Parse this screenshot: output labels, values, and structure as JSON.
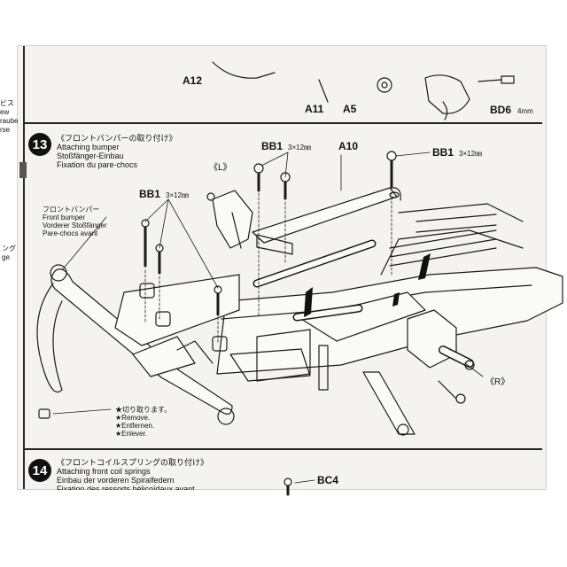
{
  "top_section": {
    "part_labels": {
      "a12": "A12",
      "a11": "A11",
      "a5": "A5",
      "bd6": "BD6",
      "bd6_size": "4mm"
    },
    "margin_fragments": [
      "ビス",
      "ew",
      "raube",
      "rse"
    ]
  },
  "step13": {
    "number": "13",
    "title_jp": "《フロントバンパーの取り付け》",
    "title_en": "Attaching bumper",
    "title_de": "Stoßfänger-Einbau",
    "title_fr": "Fixation du pare-chocs",
    "label_left": "《L》",
    "label_right": "《R》",
    "bb1_a": "BB1",
    "bb1_a_size": "3×12㎜",
    "bb1_b": "BB1",
    "bb1_b_size": "3×12㎜",
    "bb1_c": "BB1",
    "bb1_c_size": "3×12㎜",
    "a10": "A10",
    "bumper_jp": "フロントバンパー",
    "bumper_en": "Front bumper",
    "bumper_de": "Vorderer Stoßfänger",
    "bumper_fr": "Pare-chocs avant",
    "note_jp": "★切り取ります。",
    "note_en": "★Remove.",
    "note_de": "★Entfernen.",
    "note_fr": "★Enlever.",
    "margin_fragments": [
      "ング",
      "ge"
    ]
  },
  "step14": {
    "number": "14",
    "title_jp": "《フロントコイルスプリングの取り付け》",
    "title_en": "Attaching front coil springs",
    "title_de": "Einbau der vorderen Spiralfedern",
    "title_fr": "Fixation des ressorts hélicoïdaux avant",
    "bc4": "BC4"
  }
}
